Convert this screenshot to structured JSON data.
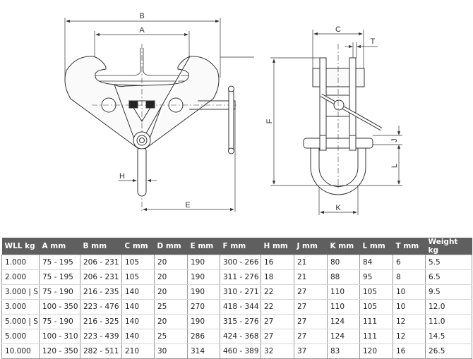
{
  "drawing": {
    "labels": {
      "B": "B",
      "A": "A",
      "H": "H",
      "E": "E",
      "C": "C",
      "T": "T",
      "F": "F",
      "J": "J",
      "L": "L",
      "K": "K"
    }
  },
  "table": {
    "headers": [
      "WLL kg",
      "A mm",
      "B mm",
      "C mm",
      "D mm",
      "E mm",
      "F mm",
      "H mm",
      "J mm",
      "K mm",
      "L mm",
      "T mm",
      "Weight kg"
    ],
    "rows": [
      [
        "1.000",
        "75 - 195",
        "206 - 231",
        "105",
        "20",
        "190",
        "300 - 266",
        "16",
        "21",
        "80",
        "84",
        "6",
        "5.5"
      ],
      [
        "2.000",
        "75 - 195",
        "206 - 231",
        "105",
        "20",
        "190",
        "311 - 276",
        "18",
        "21",
        "88",
        "95",
        "8",
        "6.5"
      ],
      [
        "3.000 | S",
        "75 - 190",
        "216 - 235",
        "140",
        "20",
        "190",
        "310 - 271",
        "22",
        "27",
        "110",
        "105",
        "10",
        "9.5"
      ],
      [
        "3.000",
        "100 - 350",
        "223 - 476",
        "140",
        "25",
        "270",
        "418 - 344",
        "22",
        "27",
        "110",
        "105",
        "10",
        "12.0"
      ],
      [
        "5.000 | S",
        "75 - 190",
        "216 - 325",
        "140",
        "20",
        "190",
        "315 - 276",
        "27",
        "27",
        "124",
        "111",
        "12",
        "11.0"
      ],
      [
        "5.000",
        "100 - 310",
        "223 - 439",
        "140",
        "25",
        "286",
        "424 - 368",
        "27",
        "27",
        "124",
        "111",
        "12",
        "14.5"
      ],
      [
        "10.000",
        "120 - 350",
        "282 - 511",
        "210",
        "30",
        "314",
        "460 - 389",
        "32",
        "37",
        "83",
        "120",
        "16",
        "26.5"
      ]
    ]
  }
}
